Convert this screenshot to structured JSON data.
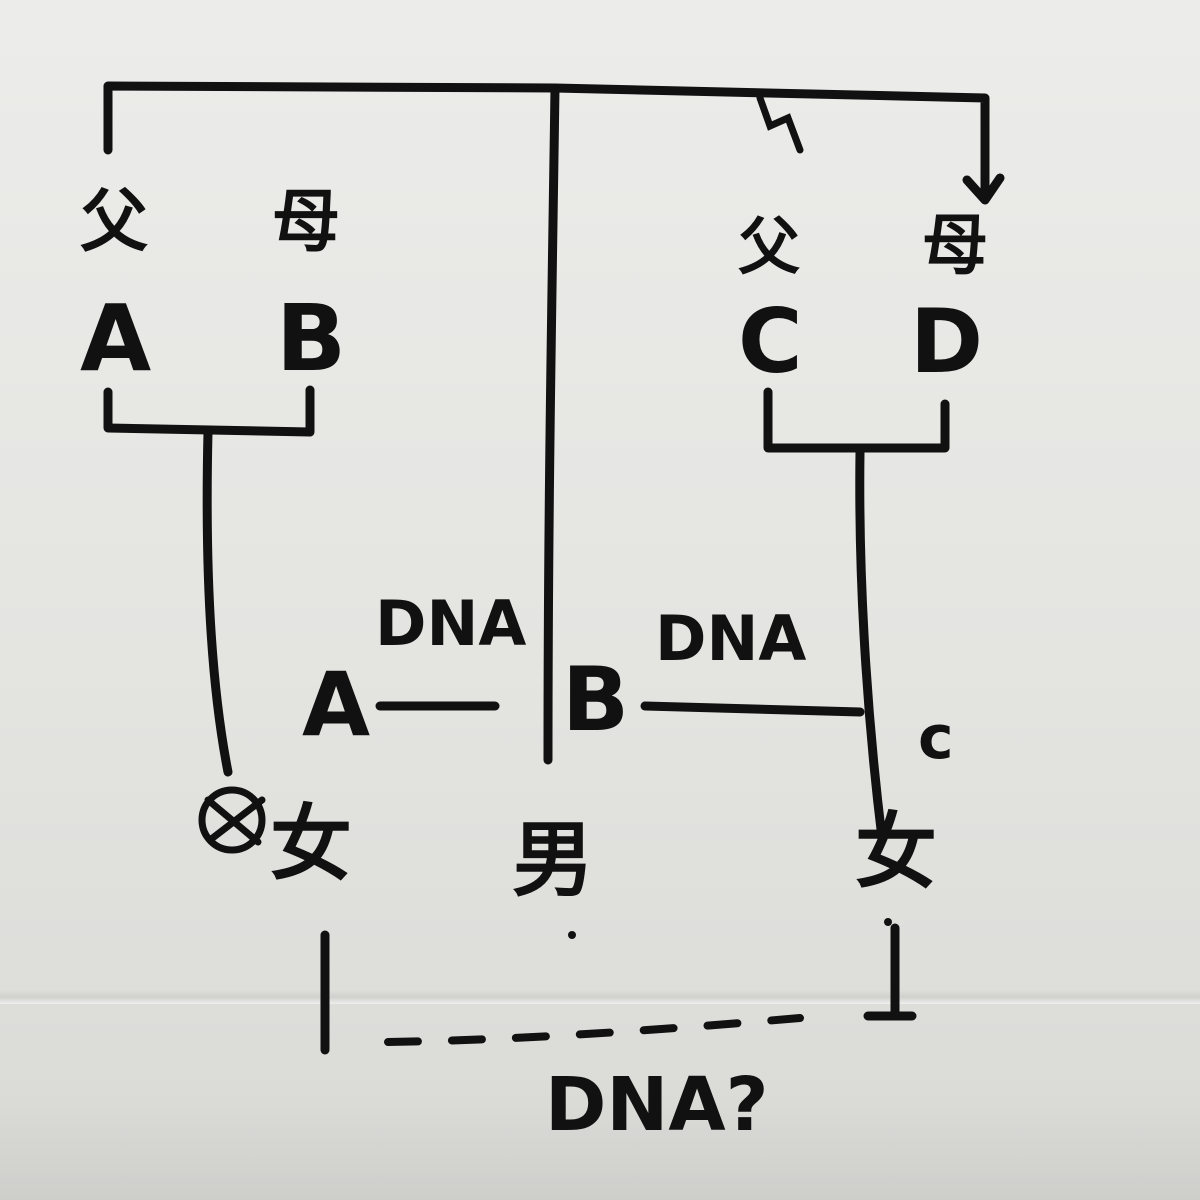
{
  "diagram": {
    "left_family": {
      "father_label": "父",
      "mother_label": "母",
      "father_name": "A",
      "mother_name": "B"
    },
    "right_family": {
      "father_label": "父",
      "mother_label": "母",
      "father_name": "C",
      "mother_name": "D"
    },
    "children": {
      "left_daughter": "女",
      "son": "男",
      "right_daughter": "女"
    },
    "links": {
      "a_to_b_label": "DNA",
      "b_to_c_label": "DNA",
      "left_child_tag": "A",
      "son_tag": "B",
      "right_child_tag": "c",
      "bottom_question": "DNA?"
    }
  },
  "colors": {
    "ink": "#111111",
    "paper": "#e6e6e3"
  }
}
